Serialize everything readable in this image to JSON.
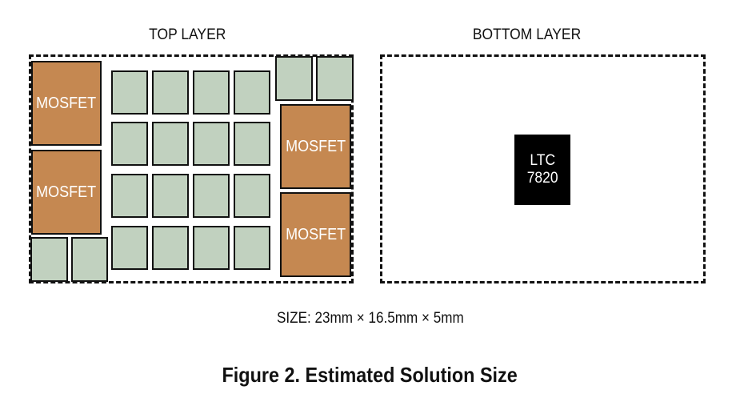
{
  "top_layer": {
    "title": "TOP LAYER",
    "mosfet_label": "MOSFET",
    "mosfet_count": 4,
    "capacitor_count": 20
  },
  "bottom_layer": {
    "title": "BOTTOM LAYER",
    "chip_line1": "LTC",
    "chip_line2": "7820"
  },
  "size_text": "SIZE: 23mm × 16.5mm × 5mm",
  "caption": "Figure 2. Estimated Solution Size",
  "colors": {
    "mosfet": "#c58851",
    "capacitor": "#c1d1bf",
    "chip": "#000000",
    "outline": "#111111"
  }
}
